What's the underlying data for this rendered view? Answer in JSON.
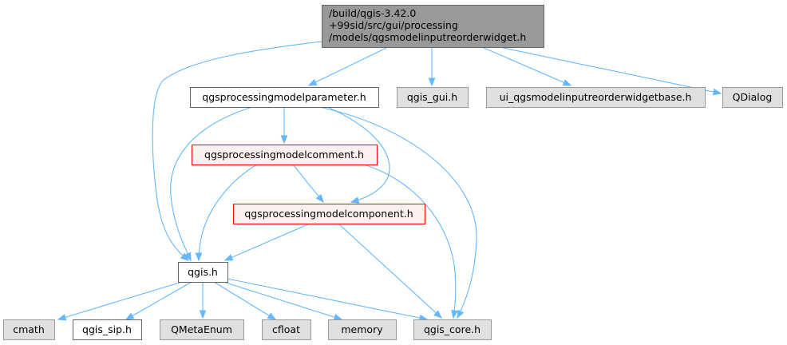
{
  "diagram": {
    "nodes": [
      {
        "id": "root",
        "lines": [
          "/build/qgis-3.42.0",
          "+99sid/src/gui/processing",
          "/models/qgsmodelinputreorderwidget.h"
        ],
        "style": "root"
      },
      {
        "id": "param",
        "lines": [
          "qgsprocessingmodelparameter.h"
        ],
        "style": "plain"
      },
      {
        "id": "qgis_gui",
        "lines": [
          "qgis_gui.h"
        ],
        "style": "gray"
      },
      {
        "id": "ui_base",
        "lines": [
          "ui_qgsmodelinputreorderwidgetbase.h"
        ],
        "style": "gray"
      },
      {
        "id": "qdialog",
        "lines": [
          "QDialog"
        ],
        "style": "gray"
      },
      {
        "id": "comment",
        "lines": [
          "qgsprocessingmodelcomment.h"
        ],
        "style": "red"
      },
      {
        "id": "component",
        "lines": [
          "qgsprocessingmodelcomponent.h"
        ],
        "style": "red"
      },
      {
        "id": "qgis",
        "lines": [
          "qgis.h"
        ],
        "style": "plain"
      },
      {
        "id": "cmath",
        "lines": [
          "cmath"
        ],
        "style": "gray"
      },
      {
        "id": "qgis_sip",
        "lines": [
          "qgis_sip.h"
        ],
        "style": "plain"
      },
      {
        "id": "qmetaenum",
        "lines": [
          "QMetaEnum"
        ],
        "style": "gray"
      },
      {
        "id": "cfloat",
        "lines": [
          "cfloat"
        ],
        "style": "gray"
      },
      {
        "id": "memory",
        "lines": [
          "memory"
        ],
        "style": "gray"
      },
      {
        "id": "qgis_core",
        "lines": [
          "qgis_core.h"
        ],
        "style": "gray"
      }
    ],
    "edges": [
      {
        "from": "root",
        "to": "param"
      },
      {
        "from": "root",
        "to": "qgis_gui"
      },
      {
        "from": "root",
        "to": "ui_base"
      },
      {
        "from": "root",
        "to": "qdialog"
      },
      {
        "from": "root",
        "to": "qgis"
      },
      {
        "from": "param",
        "to": "comment"
      },
      {
        "from": "param",
        "to": "component"
      },
      {
        "from": "param",
        "to": "qgis"
      },
      {
        "from": "param",
        "to": "qgis_core"
      },
      {
        "from": "comment",
        "to": "component"
      },
      {
        "from": "comment",
        "to": "qgis"
      },
      {
        "from": "comment",
        "to": "qgis_core"
      },
      {
        "from": "component",
        "to": "qgis"
      },
      {
        "from": "component",
        "to": "qgis_core"
      },
      {
        "from": "qgis",
        "to": "cmath"
      },
      {
        "from": "qgis",
        "to": "qgis_sip"
      },
      {
        "from": "qgis",
        "to": "qmetaenum"
      },
      {
        "from": "qgis",
        "to": "cfloat"
      },
      {
        "from": "qgis",
        "to": "memory"
      },
      {
        "from": "qgis",
        "to": "qgis_core"
      }
    ],
    "colors": {
      "edge": "#63b8ff",
      "root_fill": "#999999",
      "root_stroke": "#666666",
      "gray_fill": "#e0e0e0",
      "gray_stroke": "#999999",
      "plain_fill": "#ffffff",
      "plain_stroke": "#666666",
      "red_fill": "#fff0f0",
      "red_stroke": "#ff0000",
      "text": "#000000"
    }
  }
}
